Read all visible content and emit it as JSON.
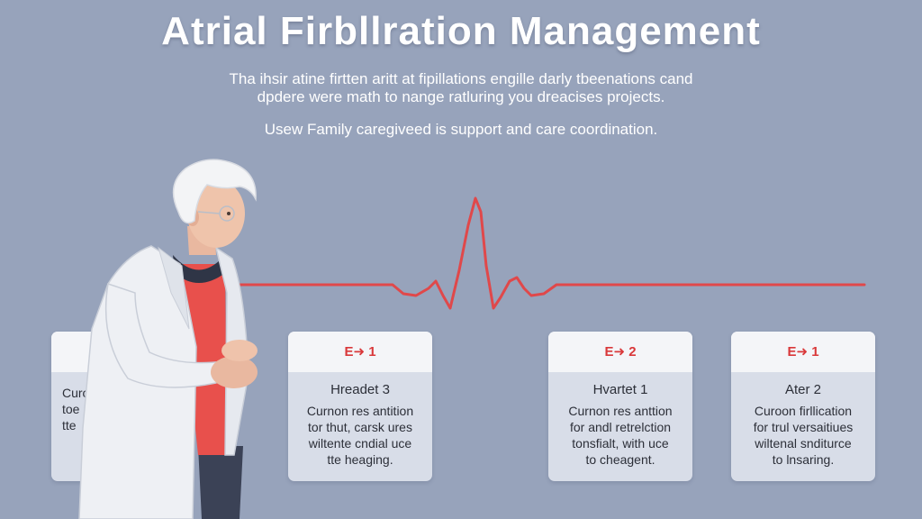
{
  "title": "Atrial Firbllration Management",
  "subtitle": {
    "line1": "Tha ihsir atine firtten aritt at fipillations engille darly tbeenations cand",
    "line2": "dpdere were math to nange ratluring you dreacises projects."
  },
  "tagline": "Usew Family caregiveed is support and care coordination.",
  "colors": {
    "background": "#97a3bb",
    "ecg_line": "#e0484a",
    "card_accent": "#d9383a"
  },
  "cards": [
    {
      "tag": "",
      "heading": "",
      "lines": [
        "Curon",
        "toe",
        "tte"
      ]
    },
    {
      "tag": "E➜ 1",
      "heading": "Hreadet 3",
      "lines": [
        "Curnon res antition",
        "tor thut, carsk ures",
        "wiltente cndial uce",
        "tte heaging."
      ]
    },
    {
      "tag": "E➜ 2",
      "heading": "Hvartet 1",
      "lines": [
        "Curnon res anttion",
        "for andl retrelction",
        "tonsfialt, with uce",
        "to cheagent."
      ]
    },
    {
      "tag": "E➜ 1",
      "heading": "Ater 2",
      "lines": [
        "Curoon firllication",
        "for trul versaitiues",
        "wiltenal snditurce",
        "to lnsaring."
      ]
    }
  ]
}
